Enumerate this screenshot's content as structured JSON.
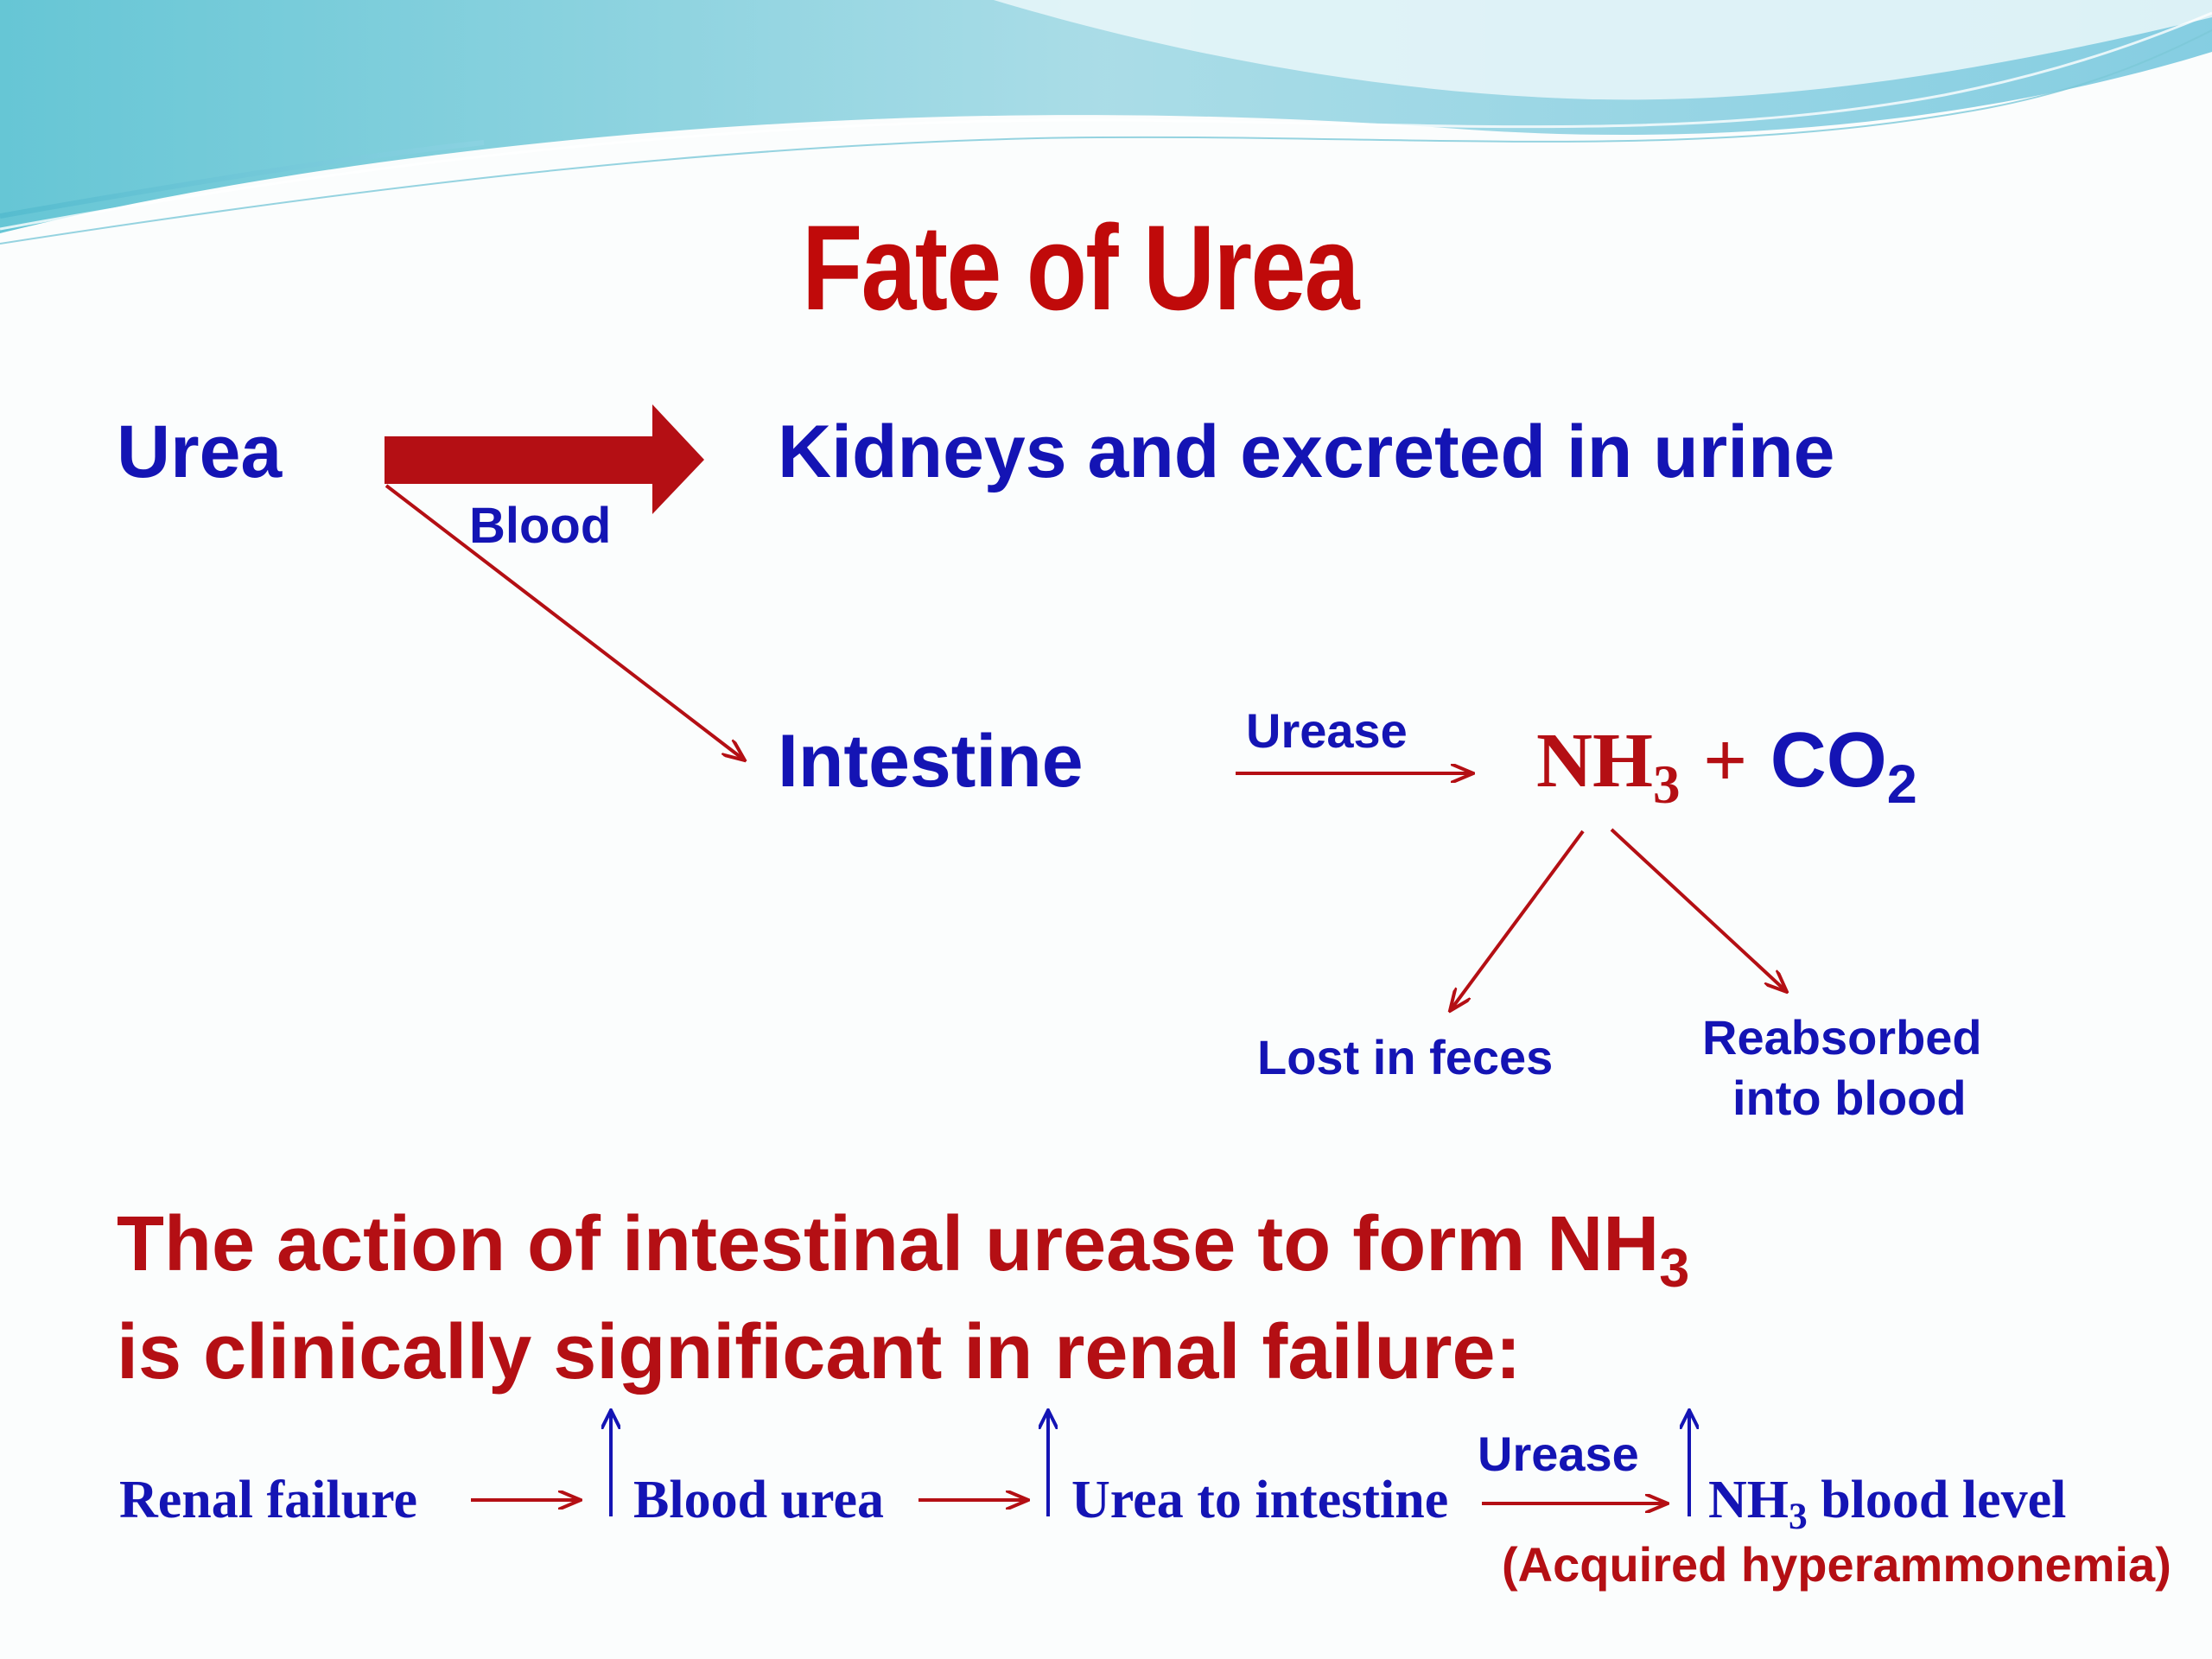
{
  "title": "Fate of Urea",
  "flow": {
    "urea": "Urea",
    "blood": "Blood",
    "kidneys": "Kidneys and excreted in urine",
    "intestine": "Intestine",
    "urease": "Urease",
    "nh3_prefix": "NH",
    "nh3_sub": "3",
    "plus": "+",
    "co2_prefix": "CO",
    "co2_sub": "2",
    "lost_in_feces": "Lost in feces",
    "reabsorbed_line1": "Reabsorbed",
    "reabsorbed_line2": "into blood"
  },
  "note": {
    "line1_prefix": "The action of intestinal urease to form NH",
    "line1_sub": "3",
    "line2": "is clinically significant in renal failure:"
  },
  "chain": {
    "renal_failure": "Renal failure",
    "blood_urea": "Blood urea",
    "urea_to_intestine": "Urea to intestine",
    "urease": "Urease",
    "nh3_prefix": "NH",
    "nh3_sub": "3",
    "nh3_suffix": " blood level",
    "acquired": "(Acquired hyperammonemia)"
  },
  "colors": {
    "title": "#c00a0a",
    "blue_text": "#1414b4",
    "red_text": "#b40f14",
    "arrow_red": "#b40f14",
    "arrow_blue": "#1414b4"
  }
}
